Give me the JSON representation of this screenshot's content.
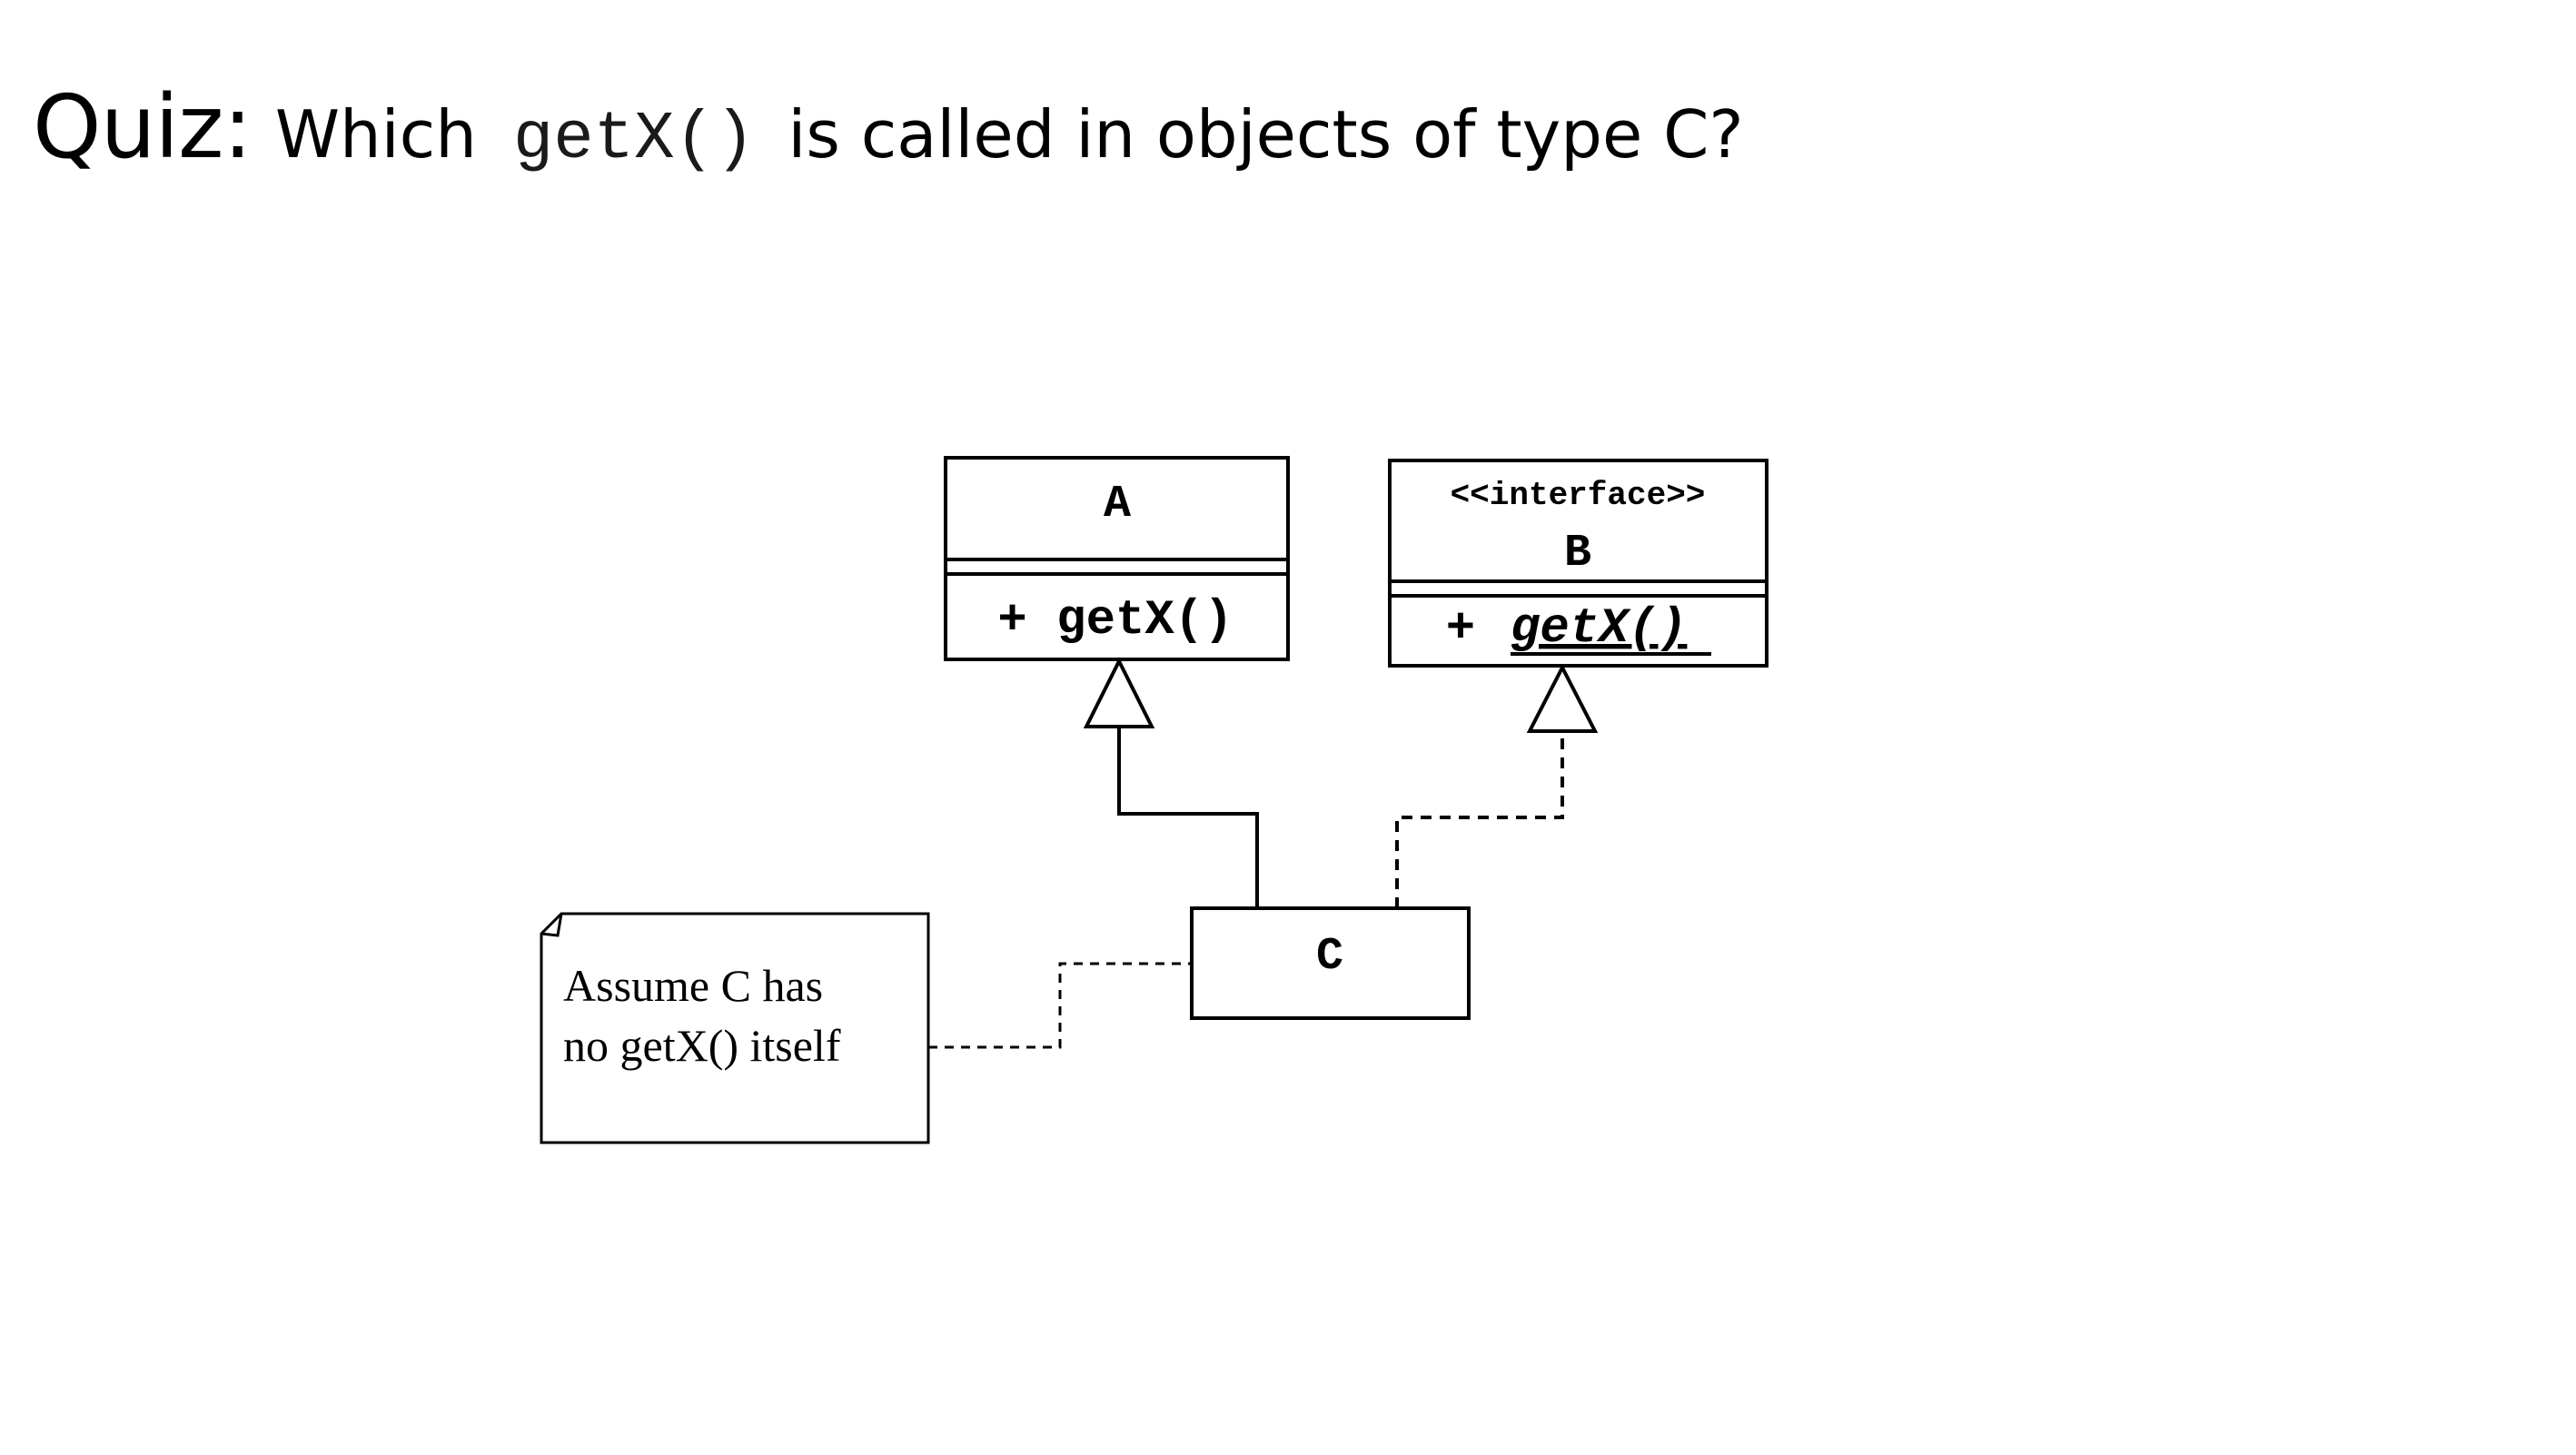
{
  "title": {
    "quiz_label": "Quiz:",
    "prefix": "Which",
    "code": "getX()",
    "suffix": "is called in objects of type C?"
  },
  "diagram": {
    "class_a": {
      "name": "A",
      "method": "+ getX()"
    },
    "interface_b": {
      "stereotype": "<<interface>>",
      "name": "B",
      "method_visibility": "+",
      "method": "getX()"
    },
    "class_c": {
      "name": "C"
    },
    "note": {
      "line1": "Assume C has",
      "line2": "no getX() itself"
    }
  }
}
